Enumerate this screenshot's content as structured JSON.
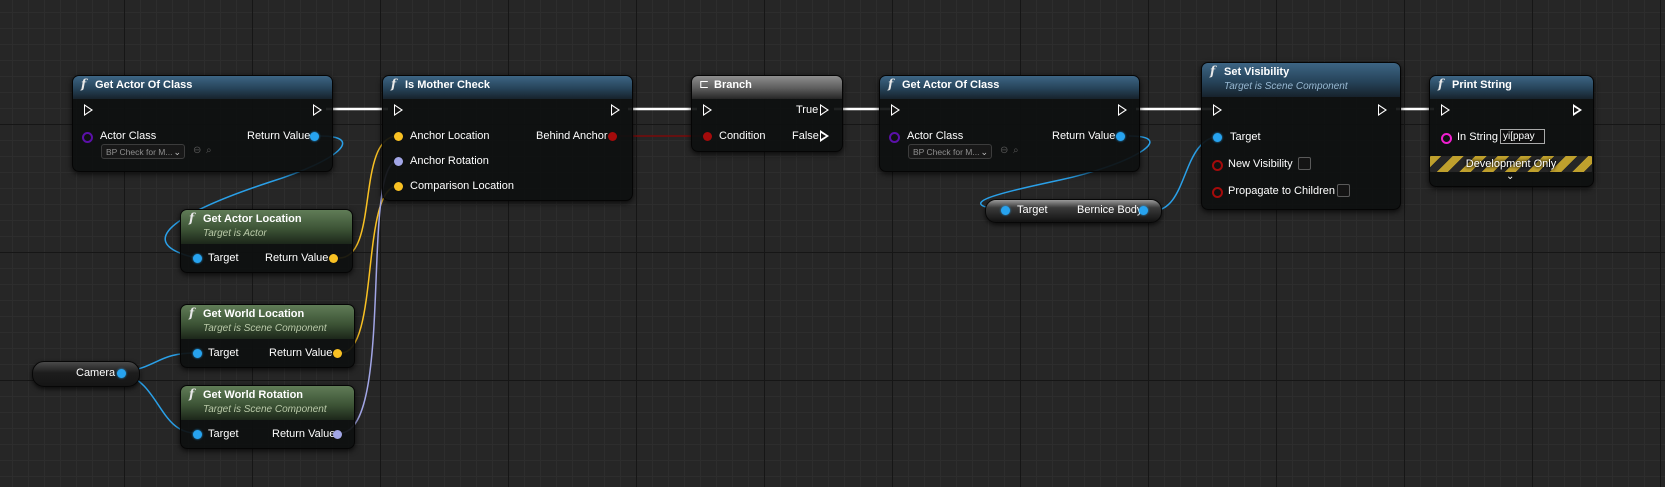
{
  "graph": {
    "nodes": {
      "get_actor_of_class_1": {
        "title": "Get Actor Of Class",
        "actor_class_label": "Actor Class",
        "actor_class_value": "BP Check for M...",
        "return_value_label": "Return Value"
      },
      "get_actor_location": {
        "title": "Get Actor Location",
        "subtitle": "Target is Actor",
        "target_label": "Target",
        "return_value_label": "Return Value"
      },
      "get_world_location": {
        "title": "Get World Location",
        "subtitle": "Target is Scene Component",
        "target_label": "Target",
        "return_value_label": "Return Value"
      },
      "get_world_rotation": {
        "title": "Get World Rotation",
        "subtitle": "Target is Scene Component",
        "target_label": "Target",
        "return_value_label": "Return Value"
      },
      "camera": {
        "label": "Camera"
      },
      "is_mother_check": {
        "title": "Is Mother Check",
        "anchor_location_label": "Anchor Location",
        "anchor_rotation_label": "Anchor Rotation",
        "comparison_location_label": "Comparison Location",
        "behind_anchor_label": "Behind Anchor"
      },
      "branch": {
        "title": "Branch",
        "condition_label": "Condition",
        "true_label": "True",
        "false_label": "False"
      },
      "get_actor_of_class_2": {
        "title": "Get Actor Of Class",
        "actor_class_label": "Actor Class",
        "actor_class_value": "BP Check for M...",
        "return_value_label": "Return Value"
      },
      "bernice_body": {
        "target_label": "Target",
        "label": "Bernice Body"
      },
      "set_visibility": {
        "title": "Set Visibility",
        "subtitle": "Target is Scene Component",
        "target_label": "Target",
        "new_visibility_label": "New Visibility",
        "propagate_label": "Propagate to Children"
      },
      "print_string": {
        "title": "Print String",
        "in_string_label": "In String",
        "in_string_value": "yi[ppay",
        "dev_only_label": "Development Only"
      }
    },
    "colors": {
      "exec_wire": "#ffffff",
      "object_pin": "#27a3ef",
      "vector_pin": "#f9c123",
      "rotator_pin": "#a2a6e6",
      "bool_pin": "#a40b0b",
      "class_pin": "#5b10a8",
      "string_pin": "#f01fcf"
    },
    "icons": [
      "function-icon",
      "branch-icon",
      "exec-pin-icon",
      "chevron-down-icon",
      "browse-icon",
      "search-icon"
    ]
  }
}
